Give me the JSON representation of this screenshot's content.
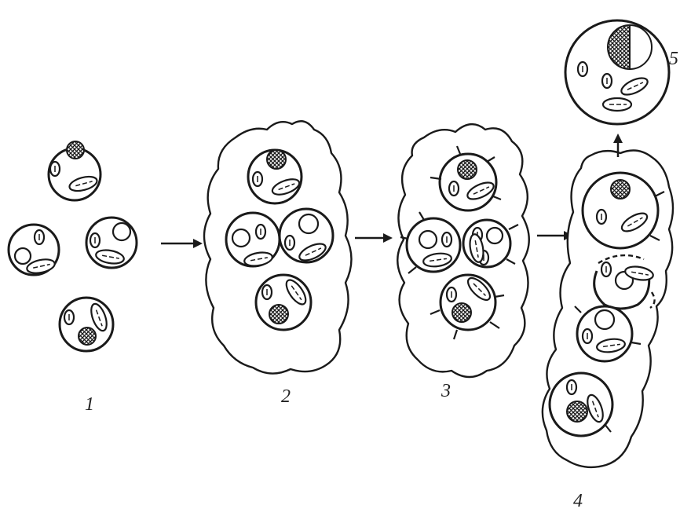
{
  "stages": [
    {
      "id": "stage-1",
      "label": "1"
    },
    {
      "id": "stage-2",
      "label": "2"
    },
    {
      "id": "stage-3",
      "label": "3"
    },
    {
      "id": "stage-4",
      "label": "4"
    },
    {
      "id": "stage-5",
      "label": "5"
    }
  ],
  "colors": {
    "ink": "#1a1a1a",
    "background": "#ffffff"
  },
  "icons": {
    "nucleus": "crosshatched-nucleus",
    "organelle": "oval-organelle",
    "process": "outgrowth-spike"
  }
}
